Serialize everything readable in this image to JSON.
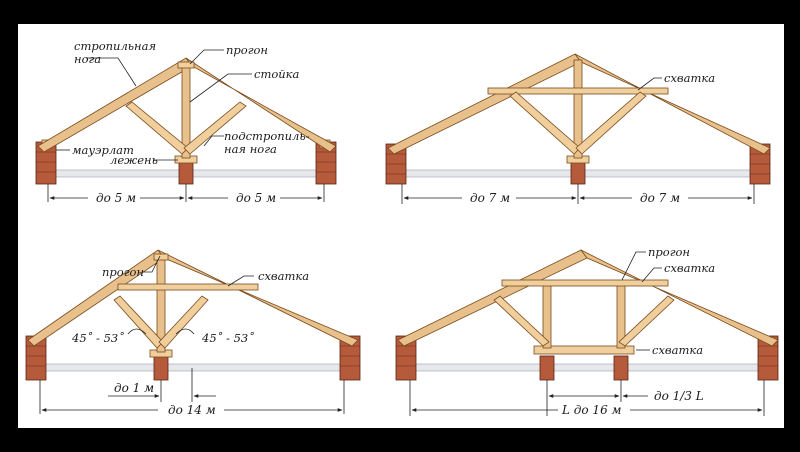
{
  "diagrams": [
    {
      "id": "tl",
      "labels": {
        "rafter": [
          "стропильная",
          "нога"
        ],
        "purlin": "прогон",
        "post": "стойка",
        "wallplate": "мауэрлат",
        "sill": "лежень",
        "strut": [
          "подстропиль-",
          "ная нога"
        ]
      },
      "dims": [
        "до 5 м",
        "до 5 м"
      ]
    },
    {
      "id": "tr",
      "labels": {
        "tie": "схватка"
      },
      "dims": [
        "до 7 м",
        "до 7 м"
      ]
    },
    {
      "id": "bl",
      "labels": {
        "purlin": "прогон",
        "tie": "схватка",
        "angle_left": "45˚ - 53˚",
        "angle_right": "45˚ - 53˚"
      },
      "dims": [
        "до 1 м",
        "до 14 м"
      ]
    },
    {
      "id": "br",
      "labels": {
        "purlin": "прогон",
        "tie": "схватка",
        "tie_low": "схватка"
      },
      "dims": [
        "до 1/3 L",
        "L до 16 м"
      ]
    }
  ]
}
